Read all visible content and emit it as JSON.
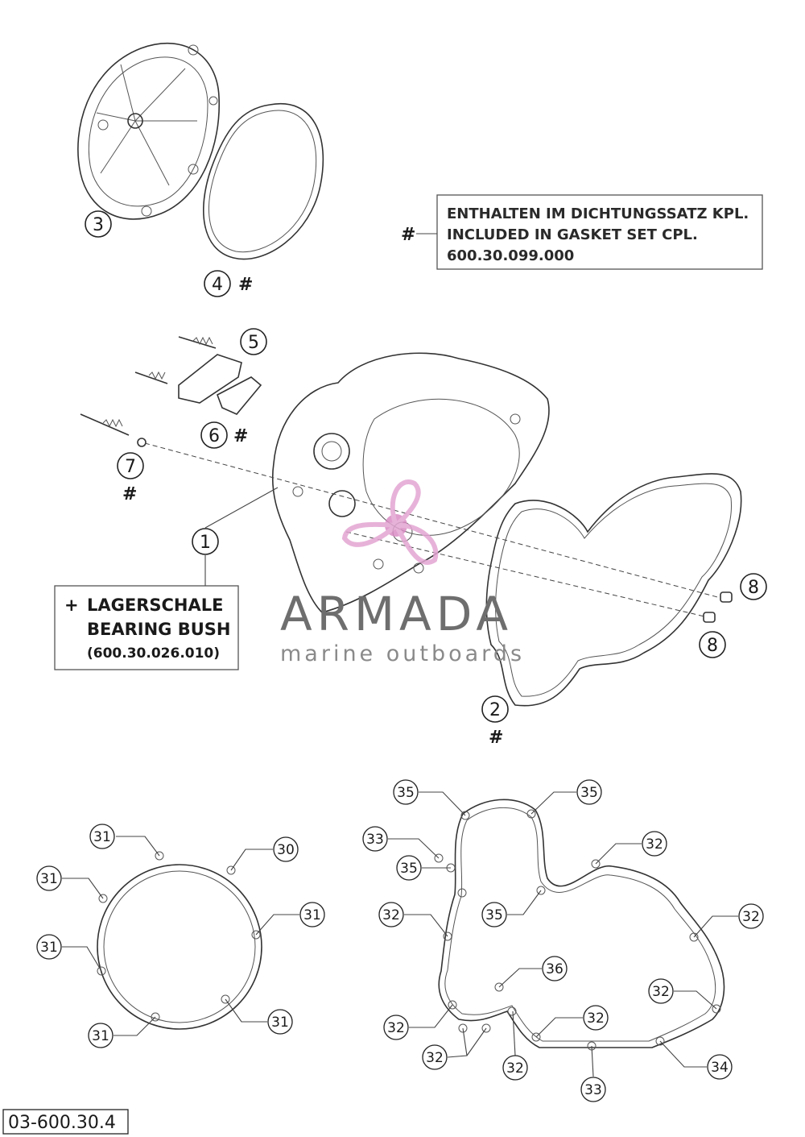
{
  "gasket_set_note": {
    "line1": "ENTHALTEN IM DICHTUNGSSATZ KPL.",
    "line2": "INCLUDED IN GASKET SET CPL.",
    "line3": "600.30.099.000",
    "marker": "#"
  },
  "bearing_note": {
    "plus": "+",
    "line1": "LAGERSCHALE",
    "line2": "BEARING BUSH",
    "line3": "(600.30.026.010)"
  },
  "exploded_view": {
    "callouts": [
      "1",
      "2",
      "3",
      "4",
      "5",
      "6",
      "7",
      "8",
      "8"
    ],
    "hash_marks": [
      "#",
      "#",
      "#",
      "#"
    ]
  },
  "clutch_cover_gasket": {
    "callouts": [
      "31",
      "30",
      "31",
      "31",
      "31",
      "31",
      "31"
    ]
  },
  "ignition_cover_gasket": {
    "callouts": [
      "35",
      "35",
      "33",
      "35",
      "35",
      "32",
      "32",
      "32",
      "36",
      "32",
      "32",
      "32",
      "32",
      "32",
      "33",
      "34"
    ]
  },
  "watermark": {
    "brand": "ARMADA",
    "tagline": "marine outboards",
    "accent_color": "#d98cc4"
  },
  "footer": {
    "drawing_number": "03-600.30.4"
  }
}
